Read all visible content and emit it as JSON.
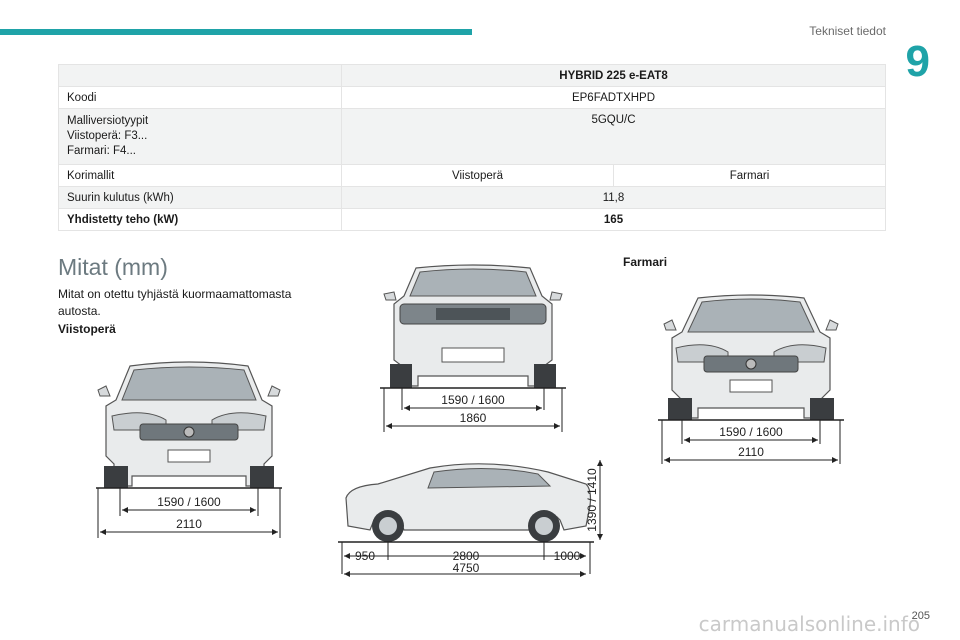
{
  "header": {
    "section_title": "Tekniset tiedot",
    "chapter": "9"
  },
  "spec_table": {
    "engine": "HYBRID 225 e-EAT8",
    "rows": {
      "koodi": {
        "label": "Koodi",
        "value": "EP6FADTXHPD"
      },
      "versions": {
        "label_lines": [
          "Malliversiotyypit",
          "Viistoperä: F3...",
          "Farmari: F4..."
        ],
        "value": "5GQU/C"
      },
      "body": {
        "label": "Korimallit",
        "col1": "Viistoperä",
        "col2": "Farmari"
      },
      "consumption": {
        "label": "Suurin kulutus  (kWh)",
        "value": "11,8"
      },
      "power": {
        "label": "Yhdistetty teho (kW)",
        "value": "165"
      }
    }
  },
  "dimensions": {
    "title": "Mitat (mm)",
    "intro": "Mitat on otettu tyhjästä kuormaamattomasta autosta.",
    "fastback_label": "Viistoperä",
    "sw_label": "Farmari",
    "fastback_front": {
      "track": "1590 / 1600",
      "width": "2110"
    },
    "rear_view": {
      "track": "1590 / 1600",
      "width": "1860"
    },
    "side_view": {
      "height": "1390 / 1410",
      "front_overhang": "950",
      "wheelbase": "2800",
      "rear_overhang": "1000",
      "length": "4750"
    },
    "sw_front": {
      "track": "1590 / 1600",
      "width": "2110"
    }
  },
  "footer": {
    "page": "205",
    "site": "carmanualsonline.info"
  }
}
